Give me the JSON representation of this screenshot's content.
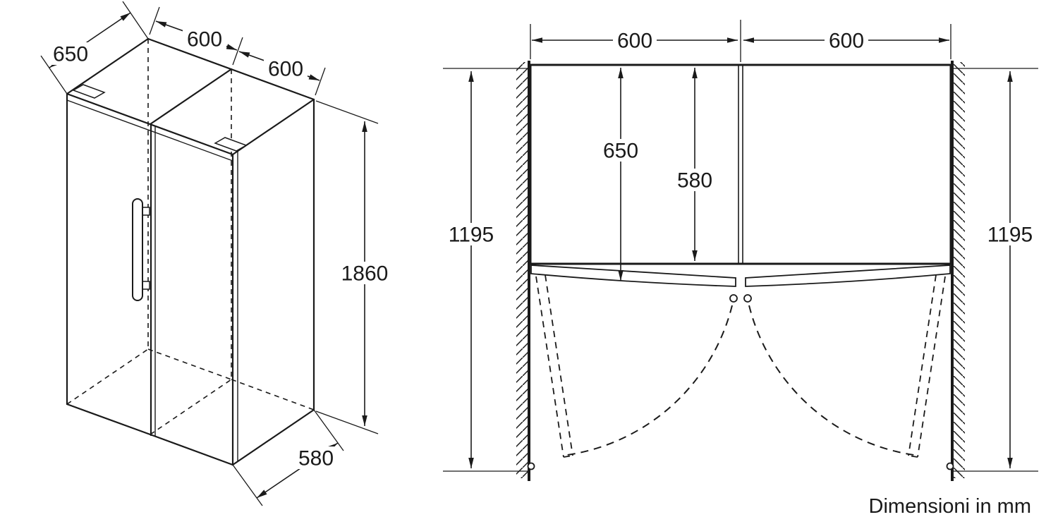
{
  "diagram": {
    "kind": "appliance-installation-dimension-drawing",
    "unit_note": "Dimensioni in mm",
    "colors": {
      "line": "#1a1a1a",
      "background": "#ffffff"
    },
    "isometric_view": {
      "depth_top_mm": "650",
      "left_unit_width_mm": "600",
      "right_unit_width_mm": "600",
      "height_mm": "1860",
      "body_depth_mm": "580"
    },
    "top_view": {
      "left_unit_width_mm": "600",
      "right_unit_width_mm": "600",
      "left_unit_depth_mm": "650",
      "body_depth_mm": "580",
      "left_clearance_mm": "1195",
      "right_clearance_mm": "1195"
    }
  }
}
